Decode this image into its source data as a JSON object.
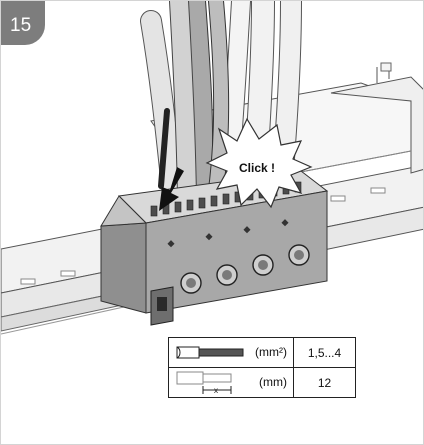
{
  "step": {
    "number": "15",
    "badge_color": "#7d7d7d"
  },
  "callout": {
    "text": "Click !"
  },
  "spec_table": {
    "rows": [
      {
        "icon": "wire-cross-section-icon",
        "unit": "(mm²)",
        "value": "1,5...4"
      },
      {
        "icon": "strip-length-icon",
        "unit": "(mm)",
        "value": "12",
        "dimension_label": "x"
      }
    ]
  }
}
